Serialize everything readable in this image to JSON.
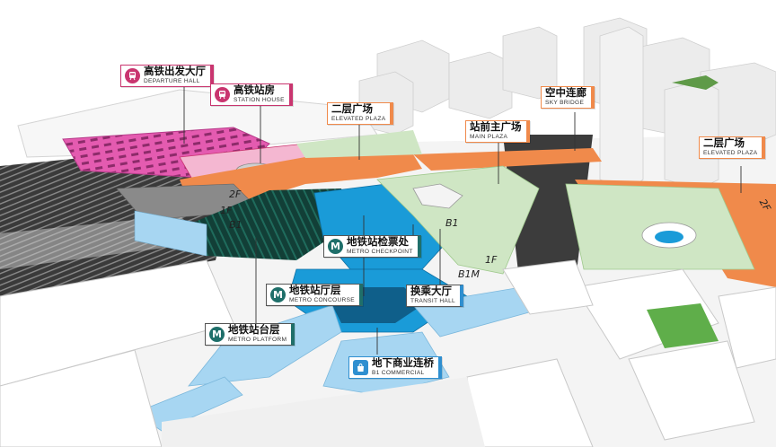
{
  "colors": {
    "departure_pink": "#e45bb0",
    "plaza_orange": "#f08a4b",
    "main_plaza_green": "#cfe6c4",
    "metro_blue": "#1a9bd8",
    "concourse_teal": "#123f37",
    "commercial_lightblue": "#a7d6f2",
    "building_grey": "#e6e6e6"
  },
  "callouts": {
    "departure_hall": {
      "cn": "高铁出发大厅",
      "en": "DEPARTURE HALL",
      "icon": "train-icon"
    },
    "station_house": {
      "cn": "高铁站房",
      "en": "STATION HOUSE",
      "icon": "train-icon"
    },
    "elevated_plaza_left": {
      "cn": "二层广场",
      "en": "ELEVATED PLAZA"
    },
    "main_plaza": {
      "cn": "站前主广场",
      "en": "MAIN PLAZA"
    },
    "sky_bridge": {
      "cn": "空中连廊",
      "en": "SKY BRIDGE"
    },
    "elevated_plaza_right": {
      "cn": "二层广场",
      "en": "ELEVATED PLAZA"
    },
    "metro_checkpoint": {
      "cn": "地铁站检票处",
      "en": "METRO CHECKPOINT",
      "icon": "M"
    },
    "metro_concourse": {
      "cn": "地铁站厅层",
      "en": "METRO CONCOURSE",
      "icon": "M"
    },
    "transit_hall": {
      "cn": "换乘大厅",
      "en": "TRANSIT HALL"
    },
    "metro_platform": {
      "cn": "地铁站台层",
      "en": "METRO PLATFORM",
      "icon": "M"
    },
    "b1_commercial": {
      "cn": "地下商业连桥",
      "en": "B1 COMMERCIAL",
      "icon": "shop-icon"
    }
  },
  "floor_labels": {
    "f2_left": "2F",
    "f1_left": "1F",
    "b1_left": "B1",
    "b1_center": "B1",
    "f1_center": "1F",
    "b1m": "B1M",
    "f2_right": "2F"
  }
}
